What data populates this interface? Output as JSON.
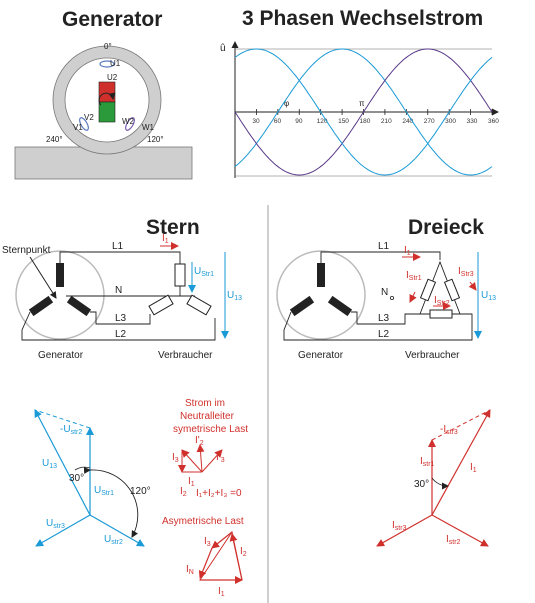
{
  "colors": {
    "red": "#d0302c",
    "blue": "#1a9ad6",
    "purple": "#5a3a8a",
    "gray": "#cfcfcf"
  },
  "generator": {
    "title": "Generator",
    "angle_0": "0°",
    "angle_120": "120°",
    "angle_240": "240°",
    "u1": "U1",
    "u2": "U2",
    "v1": "V1",
    "v2": "V2",
    "w1": "W1",
    "w2": "W2"
  },
  "waves": {
    "title": "3 Phasen Wechselstrom",
    "u_hat": "û",
    "phi": "φ",
    "pi": "π",
    "ticks": [
      "30",
      "60",
      "90",
      "120",
      "150",
      "180",
      "210",
      "240",
      "270",
      "300",
      "330",
      "360"
    ]
  },
  "stern": {
    "title": "Stern",
    "sternpunkt": "Sternpunkt",
    "l1": "L1",
    "n": "N",
    "l3": "L3",
    "l2": "L2",
    "i1": "I",
    "i1_sub": "1",
    "ustr1": "U",
    "ustr1_sub": "Str1",
    "u13": "U",
    "u13_sub": "13",
    "generator": "Generator",
    "verbraucher": "Verbraucher"
  },
  "dreieck": {
    "title": "Dreieck",
    "l1": "L1",
    "n": "N",
    "l3": "L3",
    "l2": "L2",
    "i1": "I",
    "i1_sub": "1",
    "istr1": "I",
    "istr1_sub": "Str1",
    "istr3": "I",
    "istr3_sub": "Str3",
    "istr2": "I",
    "istr2_sub": "Str2",
    "u13": "U",
    "u13_sub": "13",
    "generator": "Generator",
    "verbraucher": "Verbraucher"
  },
  "phasor_stern": {
    "minus_ustr2": "-U",
    "minus_ustr2_sub": "str2",
    "u13": "U",
    "u13_sub": "13",
    "angle30": "30°",
    "angle120": "120°",
    "ustr1": "U",
    "ustr1_sub": "Str1",
    "ustr3": "U",
    "ustr3_sub": "str3",
    "ustr2": "U",
    "ustr2_sub": "str2"
  },
  "neutral": {
    "line1": "Strom im",
    "line2": "Neutralleiter",
    "line3": "symetrische Last",
    "i_prime2": "I'",
    "i_prime2_sub": "2",
    "i_prime3": "I'",
    "i_prime3_sub": "3",
    "i3": "I",
    "i3_sub": "3",
    "i1": "I",
    "i1_sub": "1",
    "i2": "I",
    "i2_sub": "2",
    "equation": "I₁+I₂+I₃ =0",
    "asym_title": "Asymetrische Last",
    "a_i3": "I",
    "a_i3_sub": "3",
    "a_i2": "I",
    "a_i2_sub": "2",
    "a_in": "I",
    "a_in_sub": "N",
    "a_i1": "I",
    "a_i1_sub": "1"
  },
  "phasor_dreieck": {
    "minus_istr3": "-I",
    "minus_istr3_sub": "str3",
    "istr1": "I",
    "istr1_sub": "str1",
    "i1": "I",
    "i1_sub": "1",
    "angle30": "30°",
    "istr3": "I",
    "istr3_sub": "str3",
    "istr2": "I",
    "istr2_sub": "str2"
  }
}
